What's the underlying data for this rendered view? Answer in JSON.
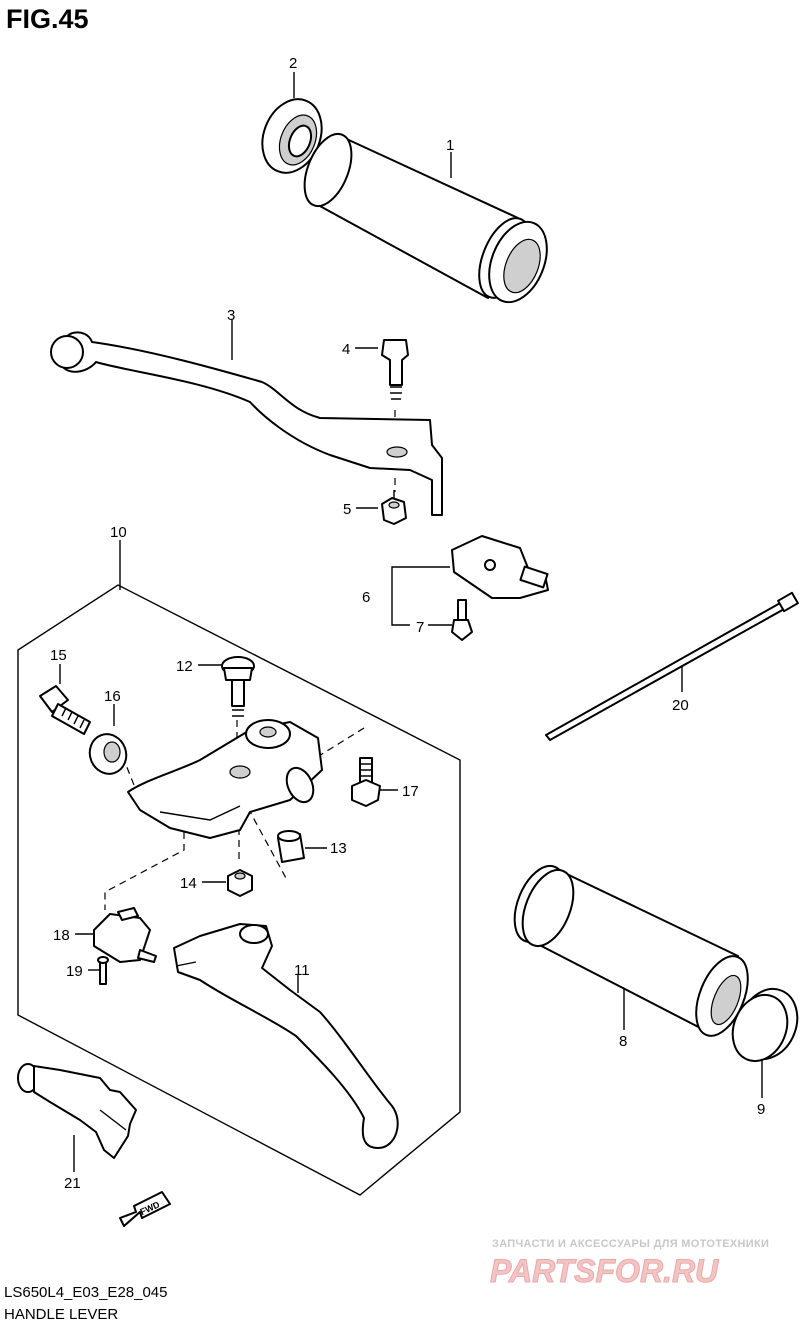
{
  "figure": {
    "title": "FIG.45",
    "model_code": "LS650L4_E03_E28_045",
    "caption": "HANDLE LEVER"
  },
  "callouts": [
    "1",
    "2",
    "3",
    "4",
    "5",
    "6",
    "7",
    "8",
    "9",
    "10",
    "11",
    "12",
    "13",
    "14",
    "15",
    "16",
    "17",
    "18",
    "19",
    "20",
    "21"
  ],
  "fwd_label": "FWD",
  "watermark": {
    "tagline": "ЗАПЧАСТИ И АКСЕССУАРЫ ДЛЯ МОТОТЕХНИКИ",
    "logo": "PARTSFOR.RU"
  }
}
